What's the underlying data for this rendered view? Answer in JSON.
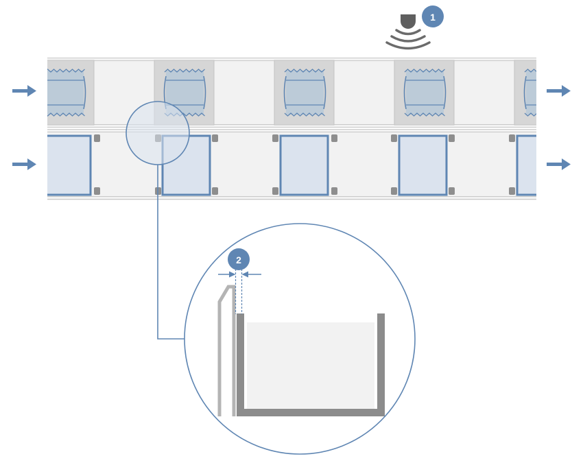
{
  "markers": [
    {
      "id": "marker-1",
      "label": "1"
    },
    {
      "id": "marker-2",
      "label": "2"
    }
  ],
  "colors": {
    "accent": "#5f86b3",
    "accent_light": "#dbe3ee",
    "band": "#f2f2f2",
    "band_edge": "#c8c8c8",
    "pocket": "#d6d6d6",
    "product": "#bccbd8",
    "tray_wall": "#8c8c8c",
    "guide": "#b4b4b4",
    "sensor": "#5f5f5f"
  },
  "icons": [
    "flow-arrow-icon",
    "sensor-icon",
    "zoom-lens-icon",
    "dimension-arrow-icon"
  ]
}
